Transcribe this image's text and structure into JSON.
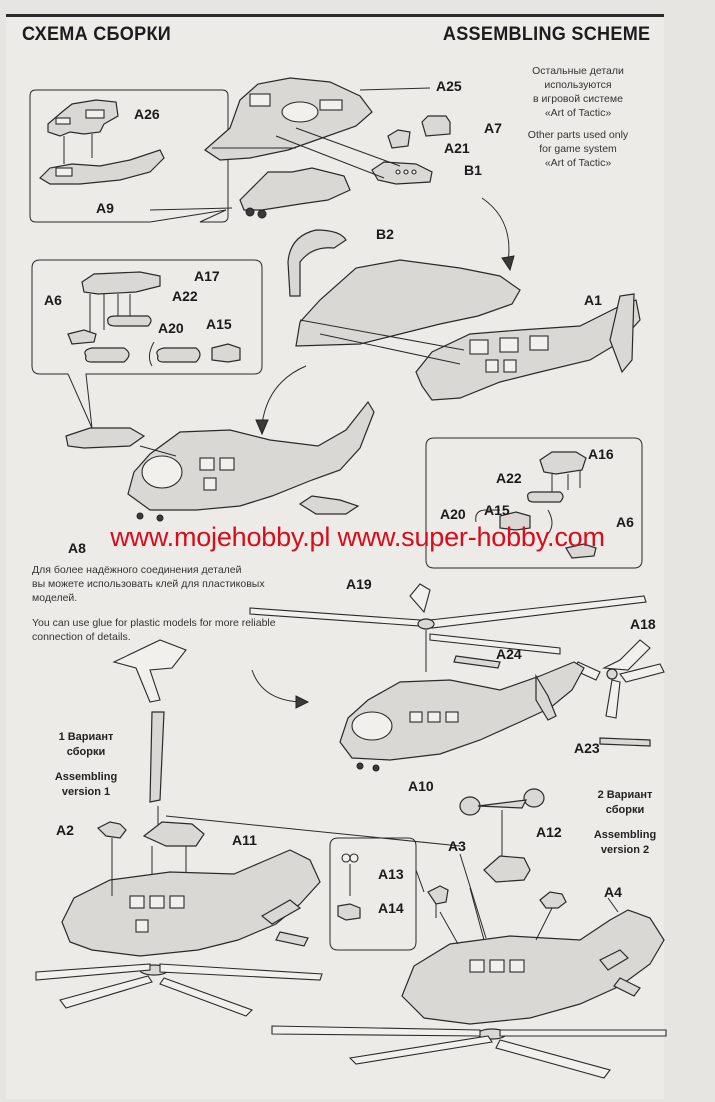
{
  "header": {
    "title_ru": "СХЕМА СБОРКИ",
    "title_en": "ASSEMBLING SCHEME"
  },
  "notes": {
    "ru_other_parts": [
      "Остальные детали",
      "используются",
      "в игровой системе",
      "«Art of Tactic»"
    ],
    "en_other_parts": [
      "Other parts used only",
      "for game system",
      "«Art of Tactic»"
    ],
    "ru_glue": [
      "Для более надёжного соединения деталей",
      "вы можете использовать клей для пластиковых",
      "моделей."
    ],
    "en_glue": [
      "You can use glue for plastic models for more reliable",
      "connection of details."
    ]
  },
  "variants": {
    "v1_ru": [
      "1 Вариант",
      "сборки"
    ],
    "v1_en": [
      "Assembling",
      "version 1"
    ],
    "v2_ru": [
      "2 Вариант",
      "сборки"
    ],
    "v2_en": [
      "Assembling",
      "version 2"
    ]
  },
  "watermark": "www.mojehobby.pl www.super-hobby.com",
  "part_labels": {
    "A25": "A25",
    "A26": "A26",
    "A7": "A7",
    "A21": "A21",
    "B1": "B1",
    "A9": "A9",
    "B2": "B2",
    "A17": "A17",
    "A6a": "A6",
    "A22a": "A22",
    "A20a": "A20",
    "A15a": "A15",
    "A1": "A1",
    "A16": "A16",
    "A22b": "A22",
    "A20b": "A20",
    "A15b": "A15",
    "A6b": "A6",
    "A8": "A8",
    "A19": "A19",
    "A18": "A18",
    "A24": "A24",
    "A23": "A23",
    "A10": "A10",
    "A2": "A2",
    "A11": "A11",
    "A12": "A12",
    "A3": "A3",
    "A13": "A13",
    "A14": "A14",
    "A4": "A4"
  }
}
